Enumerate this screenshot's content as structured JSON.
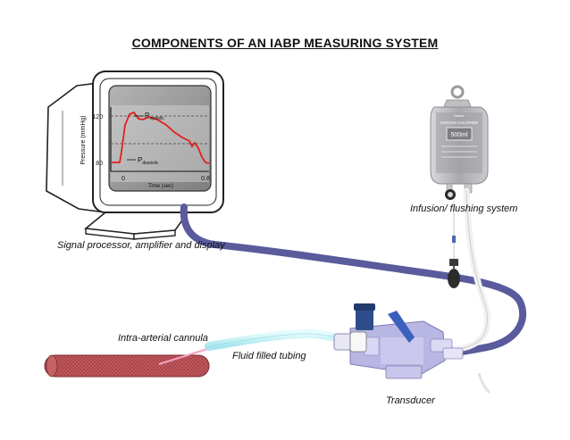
{
  "title": "COMPONENTS OF AN IABP MEASURING SYSTEM",
  "labels": {
    "monitor": "Signal processor, amplifier and display",
    "infusion": "Infusion/ flushing system",
    "cannula": "Intra-arterial cannula",
    "tubing": "Fluid filled tubing",
    "transducer": "Transducer"
  },
  "monitor_screen": {
    "y_axis_label": "Pressure (mmHg)",
    "y_tick_high": "120",
    "y_tick_low": "80",
    "x_tick_start": "0",
    "x_tick_end": "0.8",
    "x_axis_label": "Time (sec)",
    "p_systolic": "P",
    "p_systolic_sub": "systolic",
    "p_diastolic": "P",
    "p_diastolic_sub": "diastolic"
  },
  "infusion_bag": {
    "brand": "Baxter",
    "product": "SODIUM CHLORIDE",
    "volume": "500ml"
  },
  "colors": {
    "cable": "#5a5b9c",
    "waveform": "#e0201c",
    "fluid_tubing": "#b8ecf2",
    "cannula_fill": "#b85055",
    "cannula_line": "#f2a2c0",
    "transducer": "#b8b6e2",
    "transducer_cap": "#2d4d8a"
  }
}
